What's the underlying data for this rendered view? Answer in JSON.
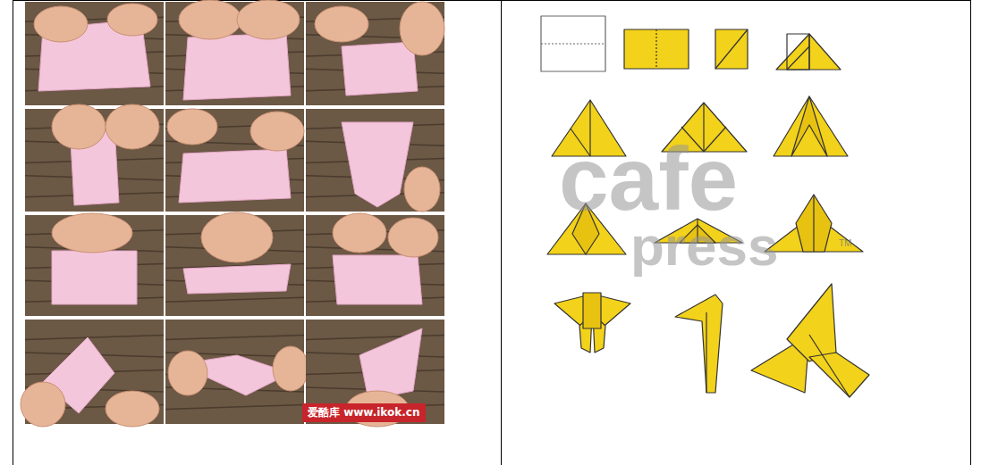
{
  "diagram": {
    "nodes": [
      {
        "text": [
          "爱酷库 www.ikok.cn"
        ]
      }
    ],
    "labels": [
      "cafe",
      "press",
      "TM"
    ]
  }
}
